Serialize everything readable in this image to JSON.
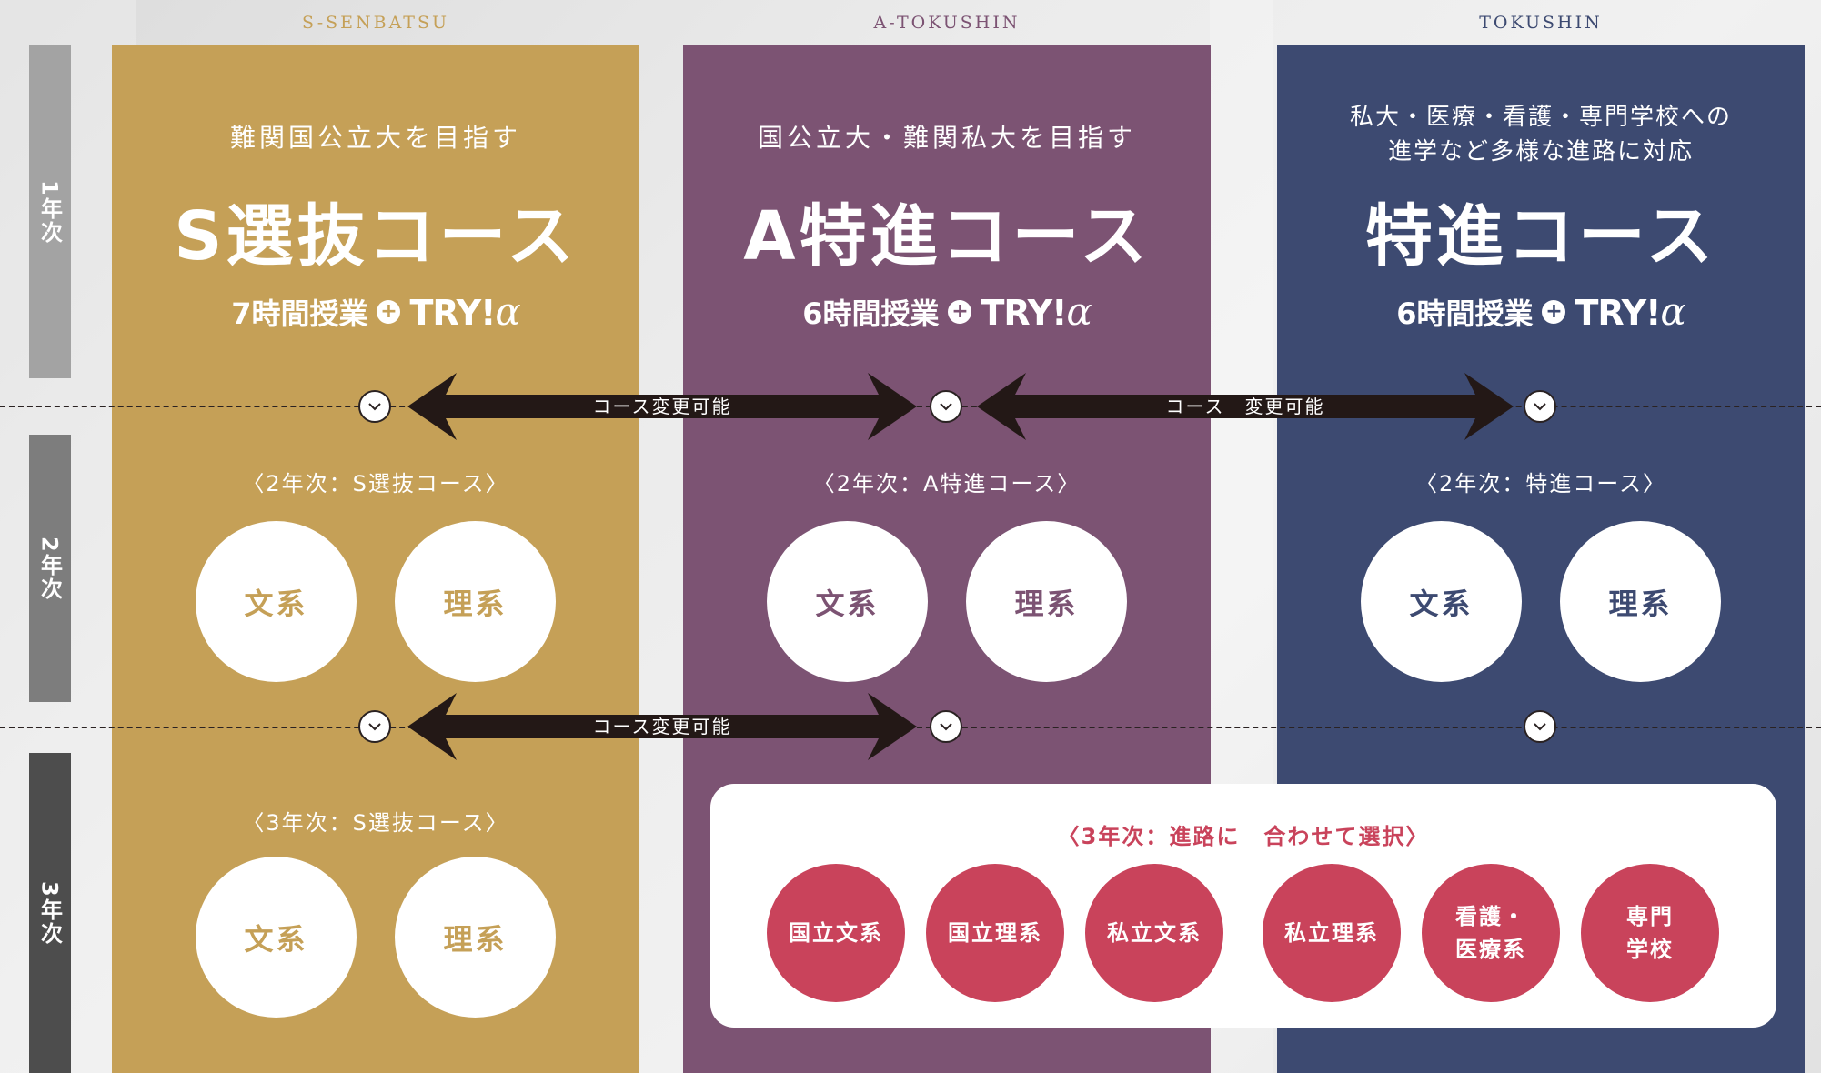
{
  "years": [
    "1年次",
    "2年次",
    "3年次"
  ],
  "colors": {
    "gold": "#c5a057",
    "purple": "#7c5373",
    "navy": "#3d4a71",
    "red": "#c9435b",
    "arrow": "#231816"
  },
  "courses": [
    {
      "eng": "S-SENBATSU",
      "tagline": "難関国公立大を目指す",
      "title": "S選抜コース",
      "hours": "7時間授業",
      "year2_label": "〈2年次：S選抜コース〉",
      "year2_options": [
        "文系",
        "理系"
      ],
      "year3_label": "〈3年次：S選抜コース〉",
      "year3_options": [
        "文系",
        "理系"
      ]
    },
    {
      "eng": "A-TOKUSHIN",
      "tagline": "国公立大・難関私大を目指す",
      "title": "A特進コース",
      "hours": "6時間授業",
      "year2_label": "〈2年次：A特進コース〉",
      "year2_options": [
        "文系",
        "理系"
      ]
    },
    {
      "eng": "TOKUSHIN",
      "tagline_lines": [
        "私大・医療・看護・専門学校への",
        "進学など多様な進路に対応"
      ],
      "title": "特進コース",
      "hours": "6時間授業",
      "year2_label": "〈2年次：特進コース〉",
      "year2_options": [
        "文系",
        "理系"
      ]
    }
  ],
  "program": {
    "plus": "+",
    "name": "TRY!",
    "alpha": "α"
  },
  "transfers": {
    "row1_left": "コース変更可能",
    "row1_right": "コース　変更可能",
    "row2": "コース変更可能"
  },
  "year3_shared": {
    "label": "〈3年次：進路に　合わせて選択〉",
    "options": [
      "国立文系",
      "国立理系",
      "私立文系",
      "私立理系",
      "看護・\n医療系",
      "専門\n学校"
    ]
  }
}
